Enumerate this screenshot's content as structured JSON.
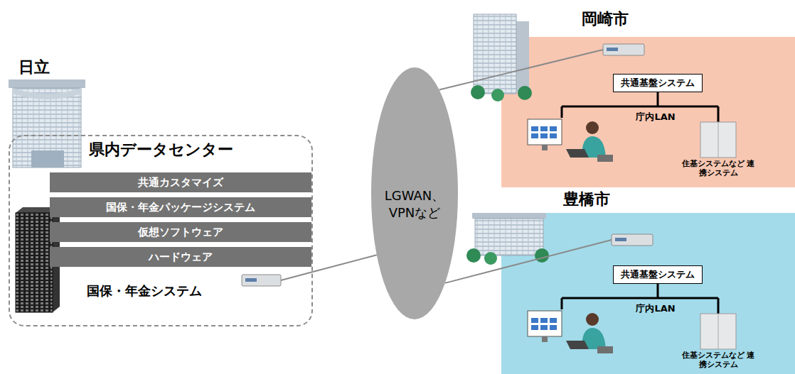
{
  "diagram": {
    "nodes": [
      {
        "text": [
          "県内データセンター",
          "国保・年金システム"
        ]
      },
      {
        "text": [
          "共通カスタマイズ"
        ],
        "in": 0
      },
      {
        "text": [
          "国保・年金パッケージシステム"
        ],
        "in": 0
      },
      {
        "text": [
          "仮想ソフトウェア"
        ],
        "in": 0
      },
      {
        "text": [
          "ハードウェア"
        ],
        "in": 0
      },
      {
        "text": [
          "LGWAN、VPNなど"
        ]
      },
      {
        "text": [
          "岡崎市"
        ]
      },
      {
        "text": [
          "共通基盤システム"
        ],
        "in": 6
      },
      {
        "text": [
          "豊橋市"
        ]
      },
      {
        "text": [
          "共通基盤システム"
        ],
        "in": 8
      }
    ],
    "edges": [
      {
        "from": 0,
        "to": 5,
        "arrow": "none"
      },
      {
        "from": 5,
        "to": 6,
        "arrow": "none"
      },
      {
        "from": 5,
        "to": 8,
        "arrow": "none"
      }
    ],
    "labels": [
      "日立",
      "庁内LAN",
      "住基システムなど 連携システム",
      "庁内LAN",
      "住基システムなど 連携システム"
    ]
  }
}
